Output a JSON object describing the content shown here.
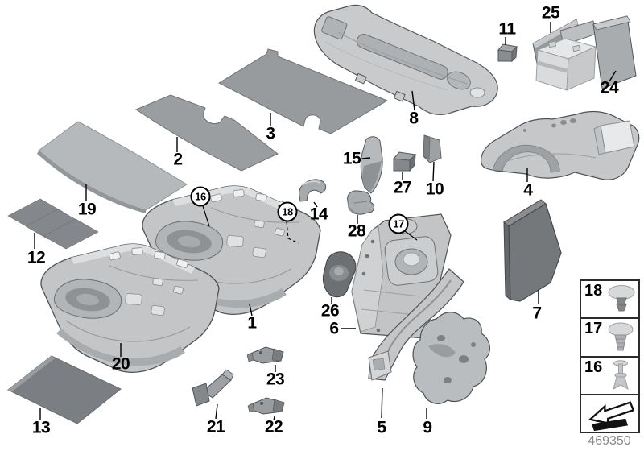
{
  "callouts": {
    "plain": [
      "1",
      "2",
      "3",
      "4",
      "5",
      "6",
      "7",
      "8",
      "9",
      "10",
      "11",
      "12",
      "13",
      "14",
      "15",
      "19",
      "20",
      "21",
      "22",
      "23",
      "24",
      "25",
      "26",
      "27",
      "28"
    ],
    "circled": [
      "16",
      "18",
      "17"
    ]
  },
  "legend": {
    "items": [
      {
        "label": "18",
        "icon": "mushroom-clip-icon"
      },
      {
        "label": "17",
        "icon": "expanding-clip-icon"
      },
      {
        "label": "16",
        "icon": "blind-rivet-icon"
      }
    ],
    "direction_icon": "direction-arrow-icon"
  },
  "footer": {
    "diagram_number": "469350"
  },
  "colors": {
    "sheet_gray": "#9b9ea1",
    "dark_gray": "#75787b",
    "molded_gray": "#c3c5c7",
    "outline": "#4f5356",
    "code_text": "#87898b"
  }
}
